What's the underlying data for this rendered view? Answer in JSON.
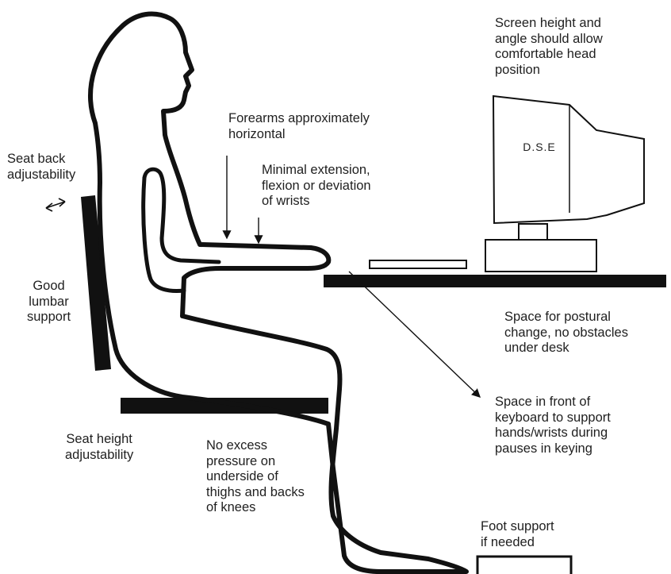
{
  "labels": {
    "screen_height": "Screen height and\nangle should allow\ncomfortable head\nposition",
    "forearms": "Forearms approximately\nhorizontal",
    "seat_back": "Seat back\nadjustability",
    "wrist_extension": "Minimal extension,\nflexion or deviation\nof wrists",
    "lumbar": "Good\nlumbar\nsupport",
    "postural_space": "Space for postural\nchange, no obstacles\nunder desk",
    "keyboard_space": "Space in front of\nkeyboard to support\nhands/wrists during\npauses in keying",
    "seat_height": "Seat height\nadjustability",
    "thigh_pressure": "No excess\npressure on\nunderside of\nthighs and backs\nof knees",
    "foot_support": "Foot support\nif needed"
  },
  "monitor": {
    "label": "D.S.E"
  }
}
